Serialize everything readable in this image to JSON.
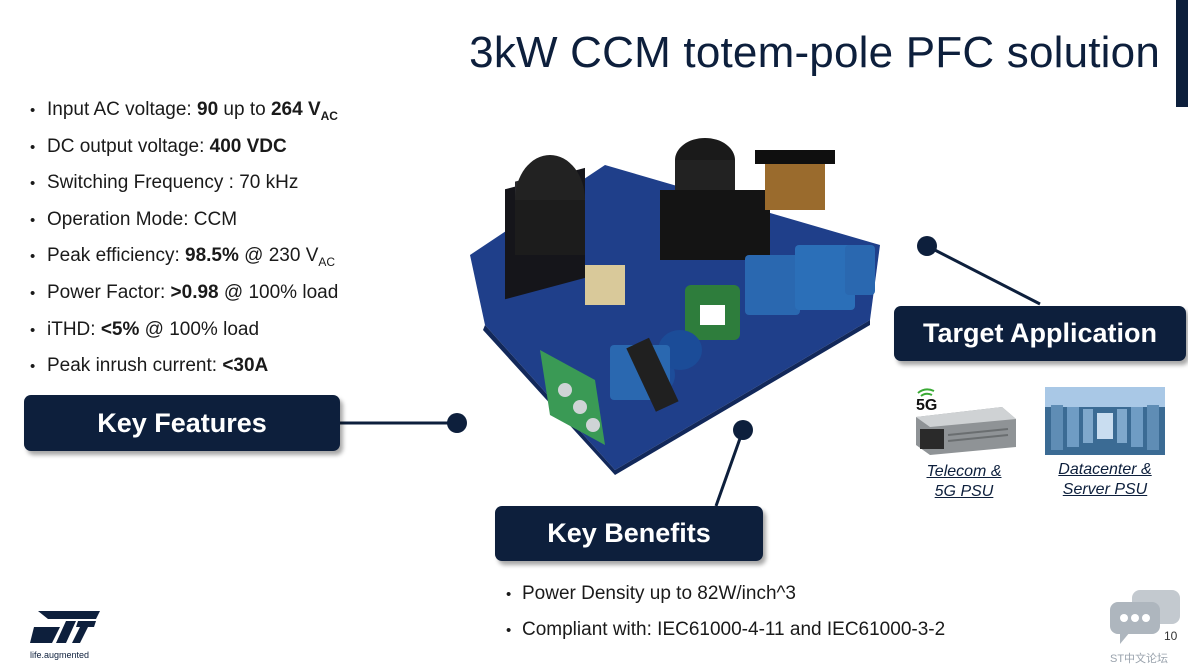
{
  "title": "3kW CCM totem-pole PFC solution",
  "colors": {
    "brand_navy": "#0d1f3c",
    "link": "#0d1f3c"
  },
  "key_features": {
    "label": "Key Features",
    "items": [
      {
        "a": "Input AC voltage: ",
        "b1": "90",
        "c": " up to ",
        "b2": "264 V",
        "sub": "AC"
      },
      {
        "a": "DC output voltage: ",
        "b1": "400 VDC"
      },
      {
        "a": "Switching Frequency : 70 kHz"
      },
      {
        "a": "Operation Mode: CCM"
      },
      {
        "a": "Peak efficiency: ",
        "b1": "98.5%",
        "c": " @ 230 V",
        "sub": "AC"
      },
      {
        "a": "Power Factor: ",
        "b1": ">0.98",
        "c": " @ 100% load"
      },
      {
        "a": "iTHD: ",
        "b1": "<5%",
        "c": " @ 100% load"
      },
      {
        "a": "Peak inrush current: ",
        "b1": "<30A"
      }
    ]
  },
  "target_application": {
    "label": "Target Application",
    "apps": [
      {
        "line1": "Telecom &",
        "line2": "5G PSU",
        "icon": "5g-psu-image",
        "badge": "5G"
      },
      {
        "line1": "Datacenter &",
        "line2": "Server PSU",
        "icon": "datacenter-image"
      }
    ]
  },
  "key_benefits": {
    "label": "Key Benefits",
    "items": [
      "Power Density up to 82W/inch^3",
      "Compliant with: IEC61000-4-11 and IEC61000-3-2"
    ]
  },
  "footer": {
    "logo_text": "ST",
    "tagline": "life.augmented",
    "page_number": "10",
    "watermark": "ST中文论坛"
  }
}
